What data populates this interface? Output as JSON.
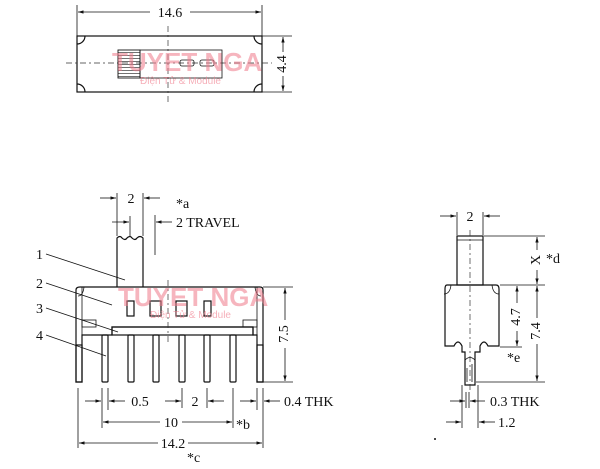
{
  "top_view": {
    "width_dim": "14.6",
    "height_dim": "4.4"
  },
  "front_view": {
    "actuator_width": "2",
    "note_a": "*a",
    "travel": "2 TRAVEL",
    "height_dim": "7.5",
    "callouts": [
      "1",
      "2",
      "3",
      "4"
    ],
    "pin_width": "0.5",
    "pin_pitch": "2",
    "thickness": "0.4 THK",
    "pin_span": "10",
    "note_b": "*b",
    "overall_width": "14.2",
    "note_c": "*c"
  },
  "side_view": {
    "actuator_width": "2",
    "actuator_height": "X",
    "note_d": "*d",
    "body_height": "4.7",
    "overall_height": "7.4",
    "note_e": "*e",
    "thickness": "0.3 THK",
    "lead_offset": "1.2"
  },
  "watermark": {
    "brand": "TUYET NGA",
    "tagline": "Điện Tử & Module"
  },
  "colors": {
    "line": "#111111",
    "watermark": "#f07a8a"
  }
}
